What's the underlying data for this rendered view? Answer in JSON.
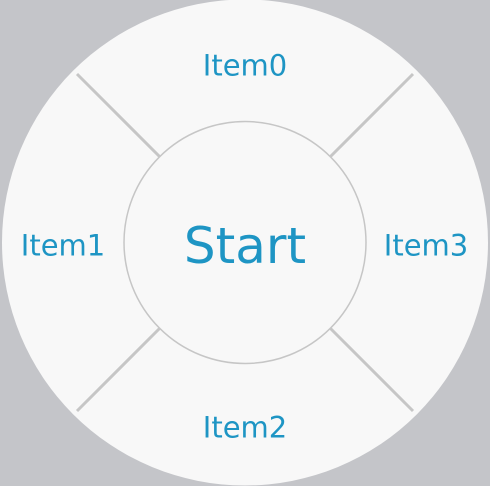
{
  "menu": {
    "center_label": "Start",
    "items": [
      {
        "label": "Item0",
        "position": "top"
      },
      {
        "label": "Item1",
        "position": "left"
      },
      {
        "label": "Item2",
        "position": "bottom"
      },
      {
        "label": "Item3",
        "position": "right"
      }
    ]
  },
  "colors": {
    "background": "#c4c5c9",
    "wheel_fill": "#f8f8f8",
    "divider": "#c6c6c6",
    "text": "#1e95c4"
  }
}
